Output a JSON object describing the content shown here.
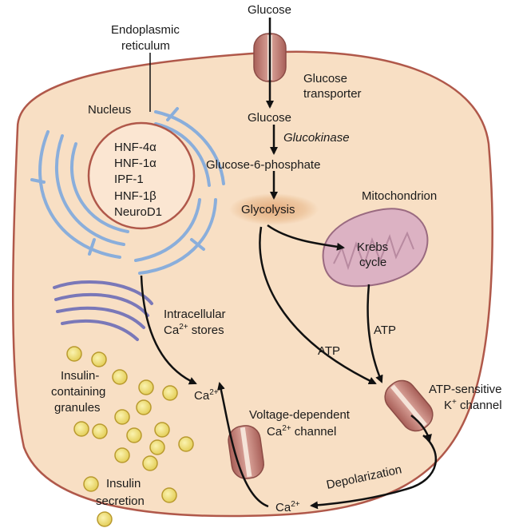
{
  "labels": {
    "glucose_top": "Glucose",
    "er_line1": "Endoplasmic",
    "er_line2": "reticulum",
    "transporter_line1": "Glucose",
    "transporter_line2": "transporter",
    "nucleus": "Nucleus",
    "glucose_mid": "Glucose",
    "glucokinase": "Glucokinase",
    "g6p": "Glucose-6-phosphate",
    "glycolysis": "Glycolysis",
    "mitochondrion": "Mitochondrion",
    "krebs_line1": "Krebs",
    "krebs_line2": "cycle",
    "intracellular_line1": "Intracellular",
    "ca_stores_prefix": "Ca",
    "ca_stores_suffix": " stores",
    "atp_left": "ATP",
    "atp_right": "ATP",
    "granules_line1": "Insulin-",
    "granules_line2": "containing",
    "granules_line3": "granules",
    "ca_center": "Ca",
    "vdcc_line1": "Voltage-dependent",
    "vdcc_line2_prefix": "Ca",
    "vdcc_line2_suffix": " channel",
    "katp_line1": "ATP-sensitive",
    "katp_line2_prefix": "K",
    "katp_line2_suffix": " channel",
    "depolarization": "Depolarization",
    "secretion_line1": "Insulin",
    "secretion_line2": "secretion",
    "ca_bottom": "Ca",
    "ca_superscript": "2+",
    "k_superscript": "+"
  },
  "nucleus_factors": [
    "HNF-4α",
    "HNF-1α",
    "IPF-1",
    "HNF-1β",
    "NeuroD1"
  ],
  "colors": {
    "cell_fill": "#f8dfc4",
    "cell_stroke": "#b0584a",
    "nucleus_fill": "#fbe6d2",
    "er_stroke": "#8aaedb",
    "golgi_stroke": "#7a78b8",
    "mito_fill": "#dcb2c3",
    "channel_fill": "#c98a82",
    "granule_fill": "#f3e27a",
    "glycolysis_glow": "#e8b98f",
    "arrow": "#111111"
  }
}
